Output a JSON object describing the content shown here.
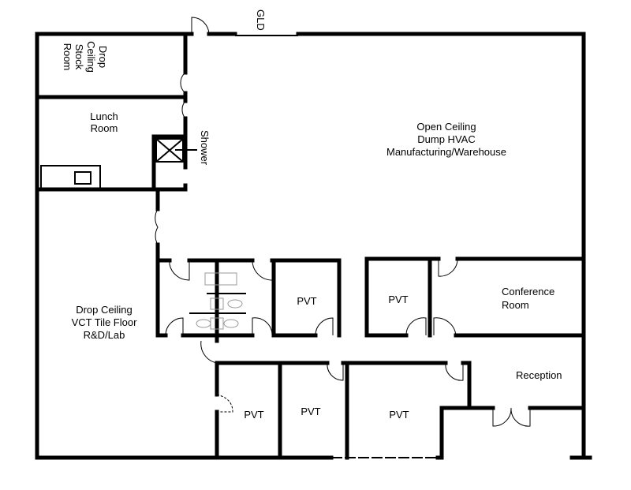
{
  "rooms": {
    "stock": [
      "Drop",
      "Ceiling",
      "Stock",
      "Room"
    ],
    "lunch": [
      "Lunch",
      "Room"
    ],
    "shower": "Shower",
    "gld": "GLD",
    "warehouse": [
      "Open Ceiling",
      "Dump HVAC",
      "Manufacturing/Warehouse"
    ],
    "lab": [
      "Drop Ceiling",
      "VCT Tile Floor",
      "R&D/Lab"
    ],
    "pvt": "PVT",
    "conference": [
      "Conference",
      "Room"
    ],
    "reception": "Reception"
  }
}
